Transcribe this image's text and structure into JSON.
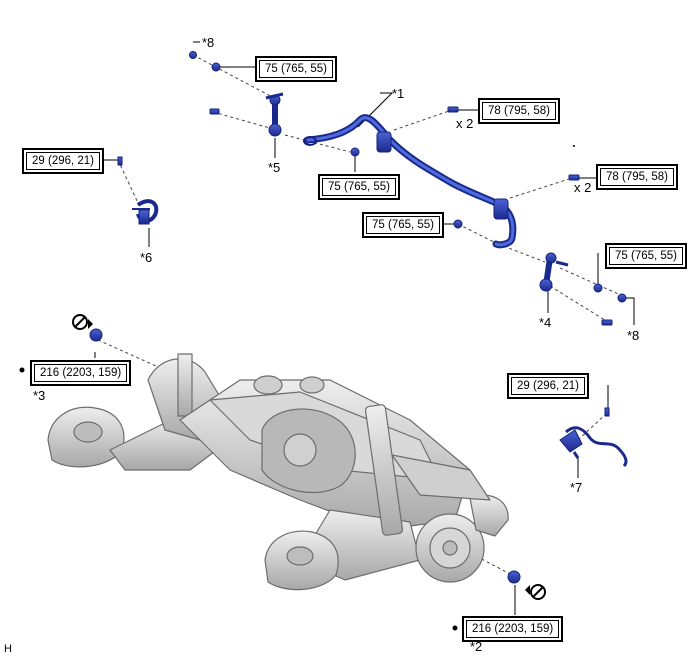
{
  "torque_specs": {
    "t1": "75 (765, 55)",
    "t2": "78 (795, 58)",
    "t3": "29 (296, 21)",
    "t4": "75 (765, 55)",
    "t5": "78 (795, 58)",
    "t6": "75 (765, 55)",
    "t7": "75 (765, 55)",
    "t8": "216 (2203, 159)",
    "t9": "29 (296, 21)",
    "t10": "216 (2203, 159)"
  },
  "callouts": {
    "c1": "*1",
    "c2": "*2",
    "c3": "*3",
    "c4": "*4",
    "c5": "*5",
    "c6": "*6",
    "c7": "*7",
    "c8a": "*8",
    "c8b": "*8"
  },
  "quantities": {
    "q1": "x 2",
    "q2": "x 2"
  },
  "figure_code": "H",
  "colors": {
    "part_blue": "#2a3fb0",
    "part_blue_dark": "#16227a",
    "assembly_gray": "#c9c9c9",
    "assembly_edge": "#6d6d6d"
  },
  "icons": [
    "replace-part-icon",
    "replace-part-icon"
  ]
}
